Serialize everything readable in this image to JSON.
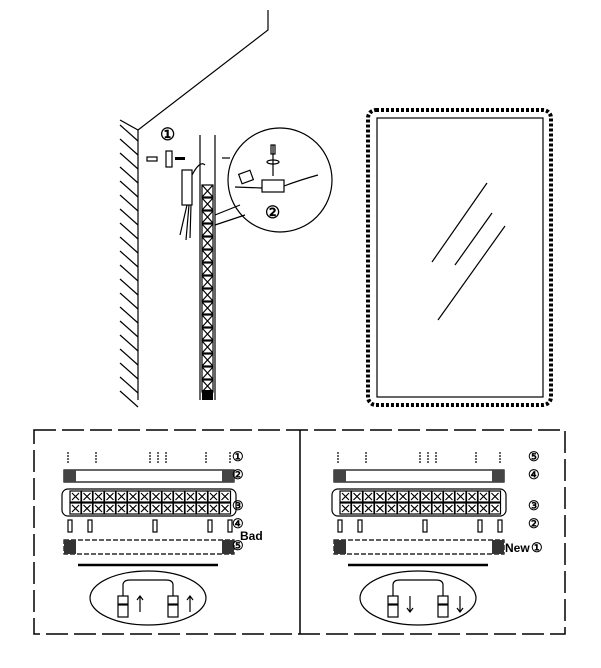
{
  "top_left": {
    "step1": "①",
    "step2": "②"
  },
  "left_panel": {
    "steps": [
      "①",
      "②",
      "③",
      "④",
      "⑤"
    ],
    "callout": "Bad",
    "arrow_direction": "up"
  },
  "right_panel": {
    "steps": [
      "⑤",
      "④",
      "③",
      "②",
      "①"
    ],
    "callout": "New",
    "arrow_direction": "down"
  }
}
